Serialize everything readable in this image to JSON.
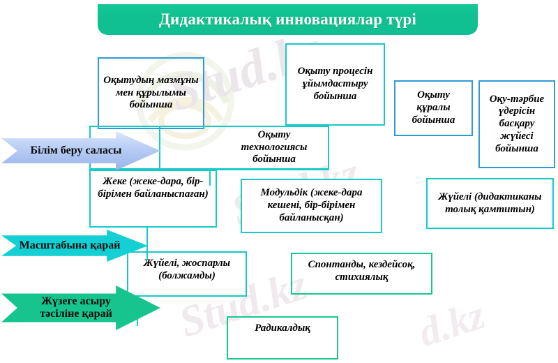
{
  "title": {
    "text": "Дидактикалық инновациялар түрі",
    "bg_color": "#12bf93",
    "text_color": "#ffffff"
  },
  "watermarks": [
    {
      "text": "Stud.kz"
    },
    {
      "text": "Stud.kz"
    },
    {
      "text": "Stud.kz"
    },
    {
      "text": "d.kz"
    }
  ],
  "arrows": [
    {
      "id": "bilim-beru-salasy",
      "label": "Білім беру саласы",
      "color": "#b8cdf4",
      "style": "blue-gradient"
    },
    {
      "id": "masshtabyna-qaray",
      "label": "Масштабына қарай",
      "color": "#14cfd4",
      "style": "cyan"
    },
    {
      "id": "juzege-asyru-tasiline-qaray",
      "label": "Жүзеге асыру\nтәсіліне қарай",
      "label_line1": "Жүзеге асыру",
      "label_line2": "тәсіліне қарай",
      "color": "#18c48e",
      "style": "green"
    }
  ],
  "boxes": [
    {
      "id": "oqytudyn-mazmuny",
      "text": "Оқытудың мазмұны мен құрылымы бойынша",
      "border_color": "#2e9bd6",
      "border_style": "blue"
    },
    {
      "id": "oqytu-protsesin",
      "text": "Оқыту процесін ұйымдастыру бойынша",
      "border_color": "#18c9c9",
      "border_style": "teal"
    },
    {
      "id": "oqytu-quraly",
      "text": "Оқыту құралы бойынша",
      "border_color": "#2e9bd6",
      "border_style": "blue"
    },
    {
      "id": "oqu-tarbie-uderisin",
      "text": "Оқу-тәрбие үдерісін басқару жүйесі бойынша",
      "border_color": "#2e9bd6",
      "border_style": "blue"
    },
    {
      "id": "oqytu-tehnologiyasy",
      "text": "Оқыту технологиясы бойынша",
      "border_color": "#18c9c9",
      "border_style": "teal"
    },
    {
      "id": "jeke",
      "text": "Жеке  (жеке-дара, бір-бірімен байланыспаған)",
      "border_color": "#18c9c9",
      "border_style": "teal"
    },
    {
      "id": "moduldik",
      "text": "Модульдік (жеке-дара кешені, бір-бірімен байланысқан)",
      "border_color": "#18c9c9",
      "border_style": "teal"
    },
    {
      "id": "juyeli-didaktika",
      "text": "Жүйелі (дидактиканы толық қамтитын)",
      "border_color": "#18c9c9",
      "border_style": "teal"
    },
    {
      "id": "juyeli-josparly",
      "text": "Жүйелі, жоспарлы (болжамды)",
      "border_color": "#18c9c9",
      "border_style": "teal"
    },
    {
      "id": "spontandy",
      "text": "Спонтанды, кездейсоқ, стихиялық",
      "border_color": "#17c98f",
      "border_style": "green"
    },
    {
      "id": "radikaldyq",
      "text": "Радикалдық",
      "border_color": "#17c98f",
      "border_style": "green"
    }
  ]
}
